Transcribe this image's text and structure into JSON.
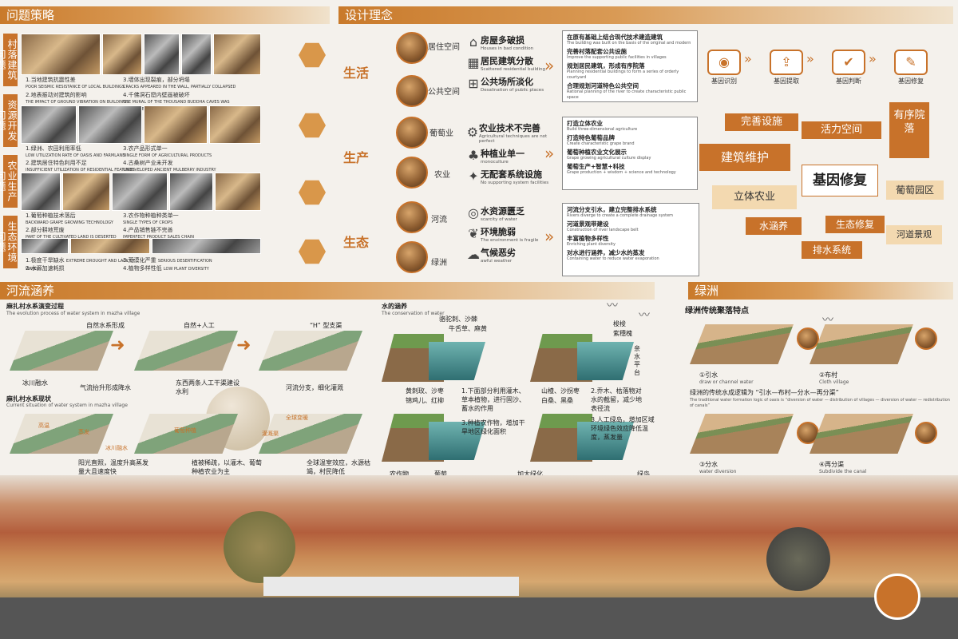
{
  "headers": {
    "problems": "问题策略",
    "concept": "设计理念",
    "river": "河流涵养",
    "oasis": "绿洲"
  },
  "problems": {
    "groups": [
      {
        "title": "村落建筑问题",
        "caps": [
          {
            "cn": "1.当地建筑抗震性差",
            "en": "POOR SEISMIC RESISTANCE OF LOCAL BUILDINGS"
          },
          {
            "cn": "2.地表振动对建筑的影响",
            "en": "THE IMPACT OF GROUND VIBRATION ON BUILDINGS"
          },
          {
            "cn": "3.墙体出现裂痕，部分坍塌",
            "en": "CRACKS APPEARED IN THE WALL, PARTIALLY COLLAPSED"
          },
          {
            "cn": "4.千佛洞石窟内壁画被破坏",
            "en": "THE MURAL OF THE THOUSAND BUDDHA CAVES WAS DESTROYED"
          }
        ]
      },
      {
        "title": "资源开发问题",
        "caps": [
          {
            "cn": "1.绿洲、农田利用率低",
            "en": "LOW UTILIZATION RATE OF OASIS AND FARMLAND"
          },
          {
            "cn": "2.建筑居住特色利用不足",
            "en": "INSUFFICIENT UTILIZATION OF RESIDENTIAL FEATURES"
          },
          {
            "cn": "3.农产品形式单一",
            "en": "SINGLE FORM OF AGRICULTURAL PRODUCTS"
          },
          {
            "cn": "4.古桑树产业未开发",
            "en": "UNDEVELOPED ANCIENT MULBERRY INDUSTRY"
          }
        ]
      },
      {
        "title": "农业生产问题",
        "caps": [
          {
            "cn": "1.葡萄种植技术落后",
            "en": "BACKWARD GRAPE GROWING TECHNOLOGY"
          },
          {
            "cn": "2.部分耕地荒废",
            "en": "PART OF THE CULTIVATED LAND IS DESERTED"
          },
          {
            "cn": "3.农作物种植种类单一",
            "en": "SINGLE TYPES OF CROPS"
          },
          {
            "cn": "4.产品销售链不完善",
            "en": "IMPERFECT PRODUCT SALES CHAIN"
          }
        ]
      },
      {
        "title": "生态环境问题",
        "caps": [
          {
            "cn": "1.极度干旱缺水",
            "en": "EXTREME DROUGHT AND LACK OF WATER"
          },
          {
            "cn": "2.水源加速耗损",
            "en": ""
          },
          {
            "cn": "3.荒漠化严重",
            "en": "SERIOUS DESERTIFICATION"
          },
          {
            "cn": "4.植物多样性低",
            "en": "LOW PLANT DIVERSITY"
          }
        ]
      }
    ]
  },
  "concept": {
    "rows": [
      {
        "big": "生活",
        "tags": [
          "居住空间",
          "公共空间"
        ],
        "items": [
          {
            "cn": "房屋多破损",
            "en": "Houses in bad condition"
          },
          {
            "cn": "居民建筑分散",
            "en": "Scattered residential building"
          },
          {
            "cn": "公共场所淡化",
            "en": "Desalination of public places"
          }
        ],
        "desc": [
          {
            "cn": "在原有基础上结合现代技术建造建筑",
            "en": "The building was built on the basis of the original and modern"
          },
          {
            "cn": "完善村落配套公共设施",
            "en": "Improve the supporting public facilities in villages"
          },
          {
            "cn": "规划居民建筑，形成有序院落",
            "en": "Planning residential buildings to form a series of orderly courtyard"
          },
          {
            "cn": "合理规划河道特色公共空间",
            "en": "Rational planning of the river to create characteristic public space"
          }
        ]
      },
      {
        "big": "生产",
        "tags": [
          "葡萄业",
          "农业"
        ],
        "items": [
          {
            "cn": "农业技术不完善",
            "en": "Agricultural techniques are not perfect"
          },
          {
            "cn": "种植业单一",
            "en": "monoculture"
          },
          {
            "cn": "无配套系统设施",
            "en": "No supporting system facilities"
          }
        ],
        "desc": [
          {
            "cn": "打造立体农业",
            "en": "Build three-dimensional agriculture"
          },
          {
            "cn": "打造特色葡萄品牌",
            "en": "Create characteristic grape brand"
          },
          {
            "cn": "葡萄种植农业文化展示",
            "en": "Grape growing agricultural culture display"
          },
          {
            "cn": "葡萄生产+智慧+科技",
            "en": "Grape production + wisdom + science and technology"
          }
        ]
      },
      {
        "big": "生态",
        "tags": [
          "河流",
          "绿洲"
        ],
        "items": [
          {
            "cn": "水资源匮乏",
            "en": "scarcity of water"
          },
          {
            "cn": "环境脆弱",
            "en": "The environment is fragile"
          },
          {
            "cn": "气候恶劣",
            "en": "awful weather"
          }
        ],
        "desc": [
          {
            "cn": "河流分支引水，建立完整排水系统",
            "en": "Rivers diverge to create a complete drainage system"
          },
          {
            "cn": "河道景观带建设",
            "en": "Construction of river landscape belt"
          },
          {
            "cn": "丰富植物多样性",
            "en": "Enriching plant diversity"
          },
          {
            "cn": "对水进行涵养，减少水的蒸发",
            "en": "Containing water to reduce water evaporation"
          }
        ]
      }
    ],
    "steps": [
      "基因识别",
      "基因提取",
      "基因判断",
      "基因修复"
    ],
    "boxes": {
      "wanshan": "完善设施",
      "huoli": "活力空间",
      "youxu": "有序院落",
      "jianzhu": "建筑维护",
      "jiyin": "基因修复",
      "liti": "立体农业",
      "putao": "葡萄园区",
      "shuihan": "水涵养",
      "shengtai": "生态修复",
      "hedao": "河道景观",
      "paishui": "排水系统"
    }
  },
  "river": {
    "evolution_title": "麻扎村水系演变过程",
    "evolution_en": "The evolution process of water system in mazha village",
    "stages": [
      "自然水系形成",
      "自然+人工",
      "“H” 型支渠"
    ],
    "stage_notes": [
      "冰川融水",
      "气流抬升形成降水",
      "东西两条人工干渠建设水利",
      "河流分支，细化灌溉"
    ],
    "current_title": "麻扎村水系现状",
    "current_en": "Current situation of water system in mazha village",
    "current_notes": [
      "阳光直照，温度升高蒸发量大且速度快",
      "植被稀疏，以灌木、葡萄种植农业为主",
      "全球温室效应，水源枯竭，村民降低"
    ],
    "small_labels": [
      "高温",
      "蒸发",
      "冰川融水",
      "葡萄种植",
      "全球变暖",
      "灌溉渠"
    ],
    "conservation_title": "水的涵养",
    "conservation_en": "The conservation of water",
    "plants_top": [
      "骆驼刺、沙棘",
      "牛舌草、麻黄"
    ],
    "plants_mid": [
      "黄刺玫、沙枣",
      "锦鸡儿、红柳"
    ],
    "plants_right": [
      "梭梭",
      "紫穗槐"
    ],
    "plants_right2": [
      "山楂、沙拐枣",
      "白桑、黑桑"
    ],
    "side_label": "亲水平台",
    "notes": [
      "1.下面部分利用灌木、草本植物，进行固沙、蓄水的作用",
      "2.乔木、枯落物对水的截留，减少地表径流",
      "3.种植农作物，增加干旱地区绿化面积",
      "3.人工绿岛，增加区域环境绿色效应降低温度，蒸发量"
    ],
    "bottom_labels": [
      "农作物",
      "葡萄",
      "加大绿化",
      "绿岛"
    ]
  },
  "oasis": {
    "sub_title": "绿洲传统聚落特点",
    "logic_title": "绿洲的传统水成逻辑为 “引水—布村—分水—再分渠”",
    "logic_en": "The traditional water formation logic of oasis is “diversion of water — distribution of villages — diversion of water — redistribution of canals”",
    "steps": [
      {
        "cn": "①引水",
        "en": "draw or channel water"
      },
      {
        "cn": "②布村",
        "en": "Cloth village"
      },
      {
        "cn": "③分水",
        "en": "water diversion"
      },
      {
        "cn": "④再分渠",
        "en": "Subdivide the canal"
      }
    ]
  },
  "colors": {
    "accent": "#c8722a",
    "light": "#f3d9b0"
  }
}
